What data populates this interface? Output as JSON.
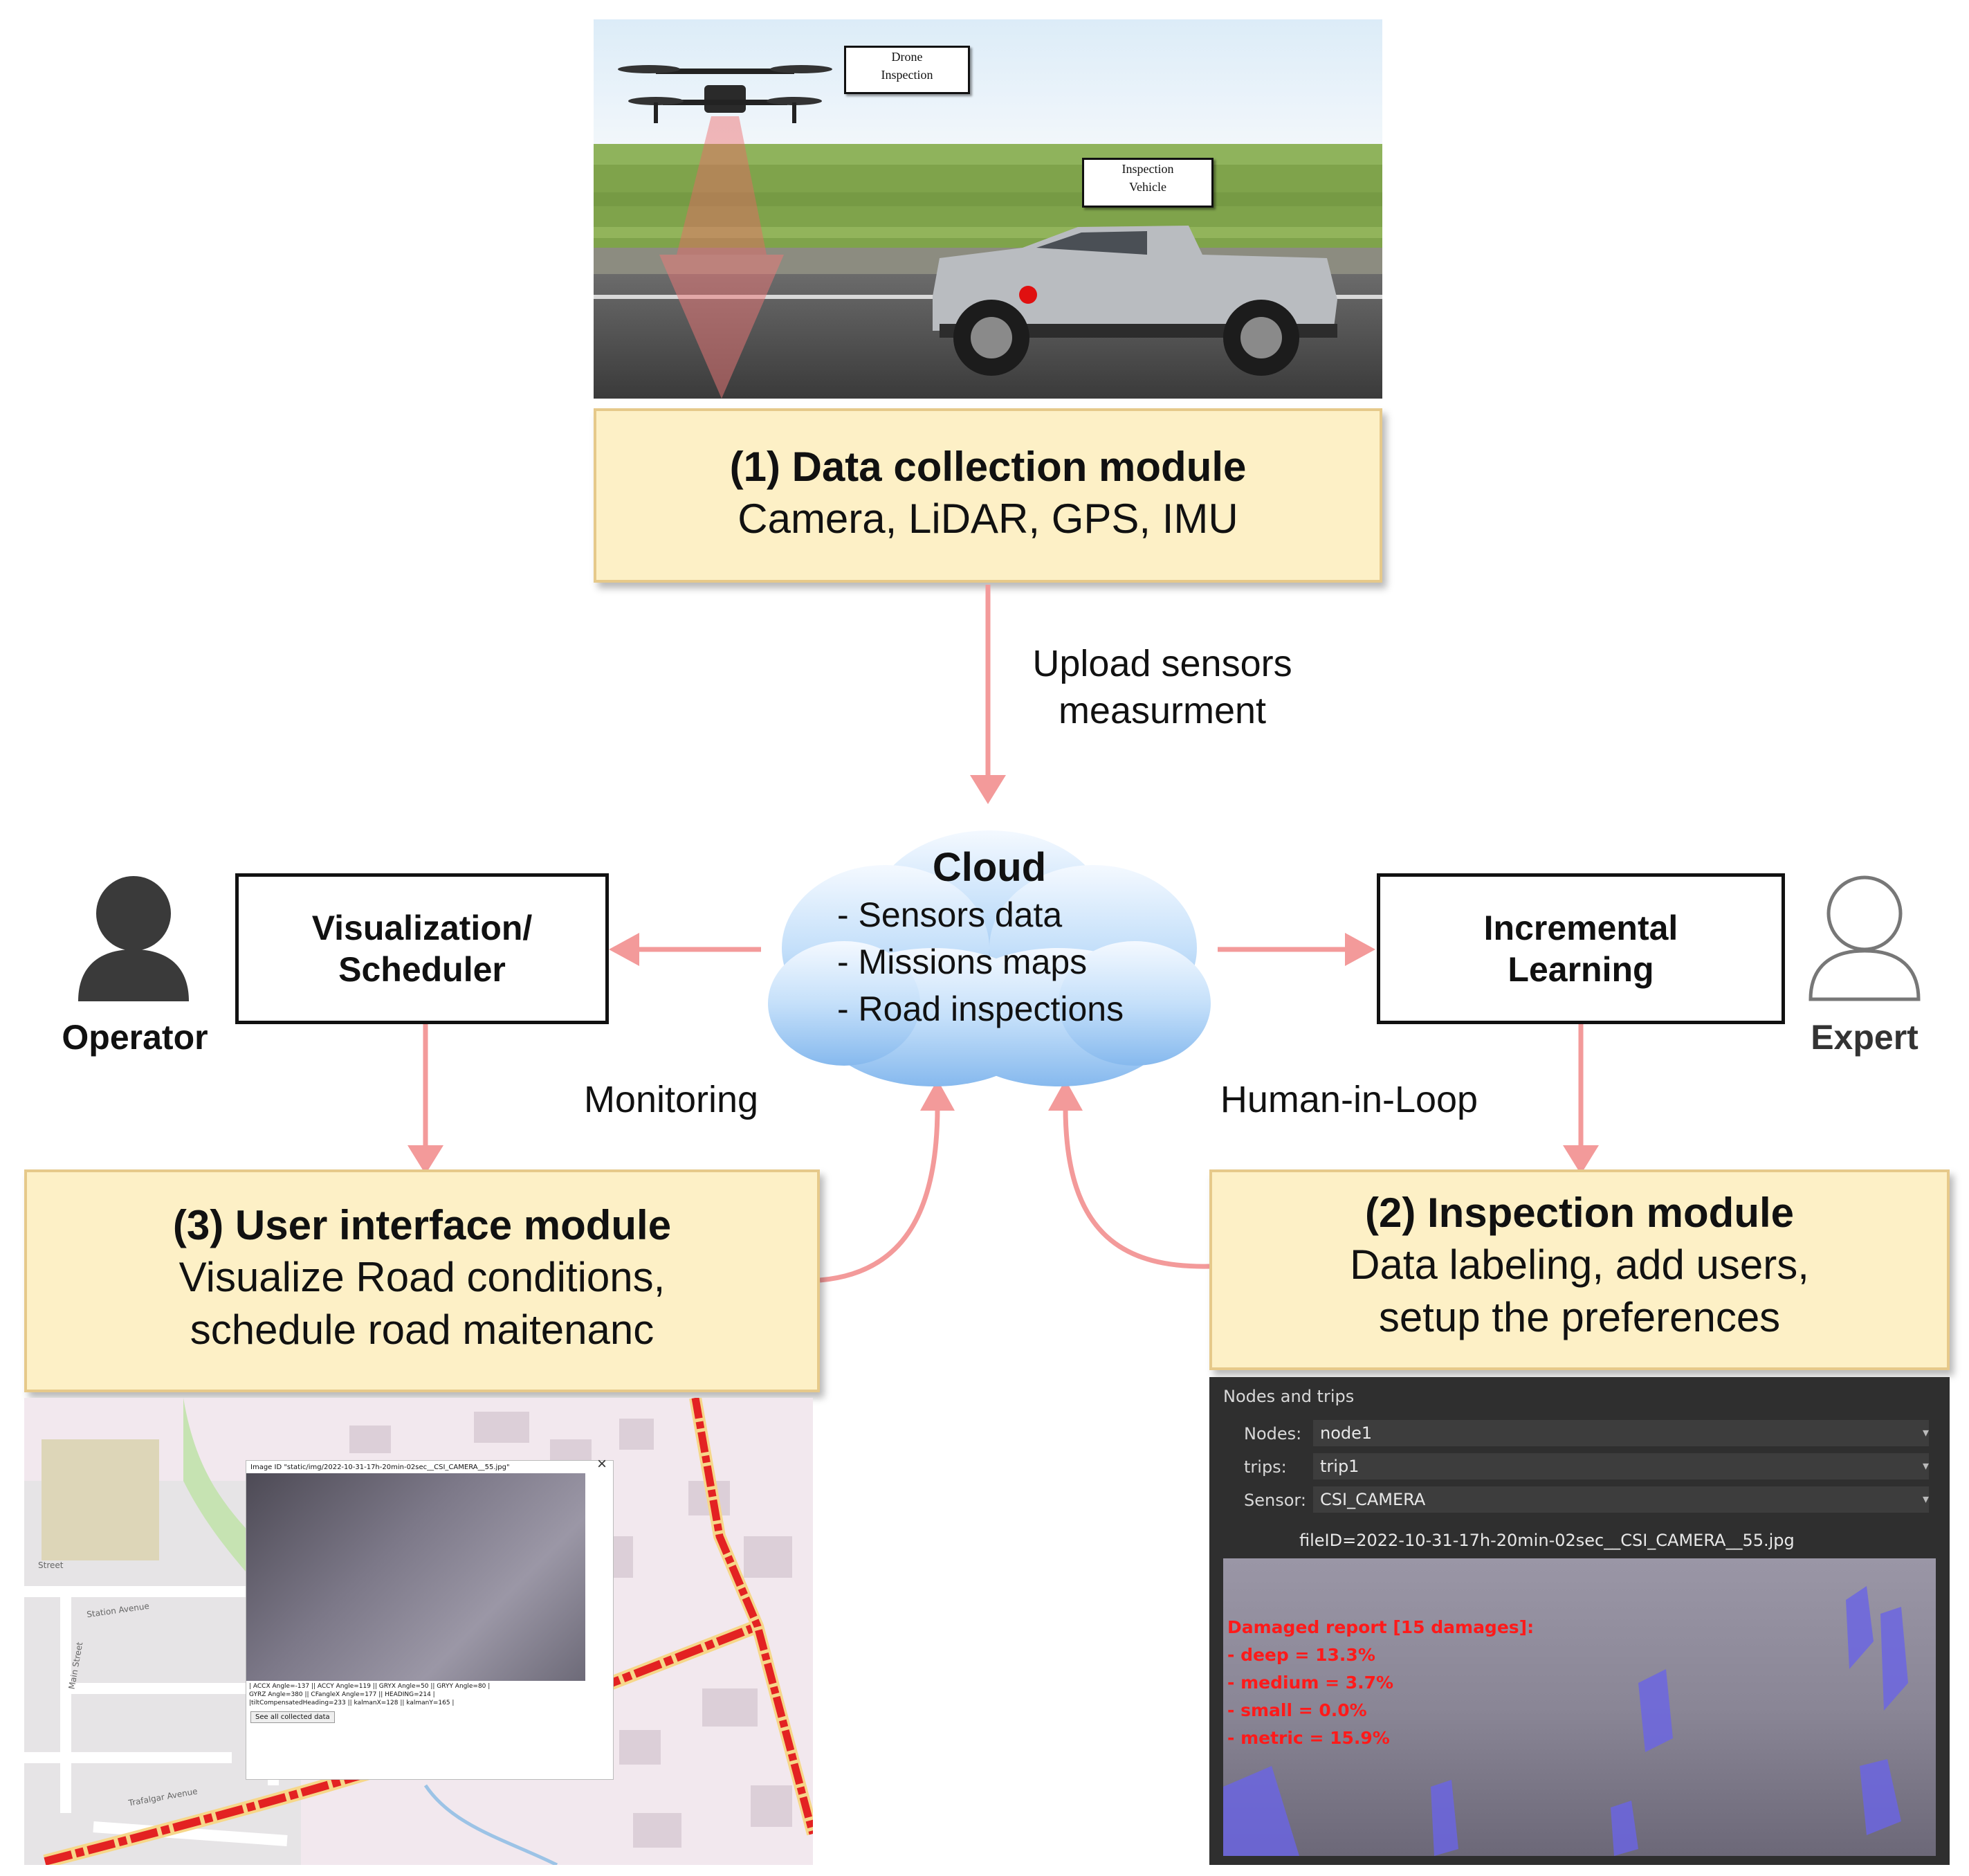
{
  "modules": {
    "data_collection": {
      "title": "(1) Data collection module",
      "subtitle": "Camera, LiDAR, GPS, IMU"
    },
    "inspection": {
      "title": "(2) Inspection module",
      "line1": "Data labeling, add users,",
      "line2": "setup the preferences"
    },
    "user_interface": {
      "title": "(3) User interface module",
      "line1": "Visualize Road conditions,",
      "line2": "schedule road maitenanc"
    }
  },
  "photo_labels": {
    "drone": [
      "Drone",
      "Inspection"
    ],
    "vehicle": [
      "Inspection",
      "Vehicle"
    ]
  },
  "upload_label": [
    "Upload sensors",
    "measurment"
  ],
  "cloud": {
    "title": "Cloud",
    "items": [
      "- Sensors data",
      "- Missions maps",
      "- Road inspections"
    ]
  },
  "boxes": {
    "visualization": [
      "Visualization/",
      "Scheduler"
    ],
    "incremental": [
      "Incremental",
      "Learning"
    ]
  },
  "roles": {
    "operator": "Operator",
    "expert": "Expert"
  },
  "edge_labels": {
    "monitoring": "Monitoring",
    "human_in_loop": "Human-in-Loop"
  },
  "inspection_ui": {
    "panel_title": "Nodes and trips",
    "fields": [
      {
        "label": "Nodes:",
        "value": "node1"
      },
      {
        "label": "trips:",
        "value": "trip1"
      },
      {
        "label": "Sensor:",
        "value": "CSI_CAMERA"
      }
    ],
    "file_id": "fileID=2022-10-31-17h-20min-02sec__CSI_CAMERA__55.jpg",
    "report": [
      "Damaged report [15 damages]:",
      "- deep = 13.3%",
      "- medium = 3.7%",
      "- small = 0.0%",
      "- metric = 15.9%"
    ]
  },
  "map_ui": {
    "image_id": "Image ID \"static/img/2022-10-31-17h-20min-02sec__CSI_CAMERA__55.jpg\"",
    "sensor_lines": [
      "| ACCX Angle=-137 || ACCY Angle=119 || GRYX Angle=50 || GRYY Angle=80 |",
      "GYRZ Angle=380 || CFangleX Angle=177 || HEADING=214 |",
      "|tiltCompensatedHeading=233 || kalmanX=128 || kalmanY=165 |"
    ],
    "button": "See all collected data",
    "streets": [
      "Station Avenue",
      "Main Street",
      "Trafalgar Avenue",
      "Street"
    ]
  },
  "colors": {
    "arrow": "#f39a9a",
    "module_fill": "#fdf0c6",
    "module_border": "#e6c98a",
    "cloud": "#9cc6f0"
  }
}
